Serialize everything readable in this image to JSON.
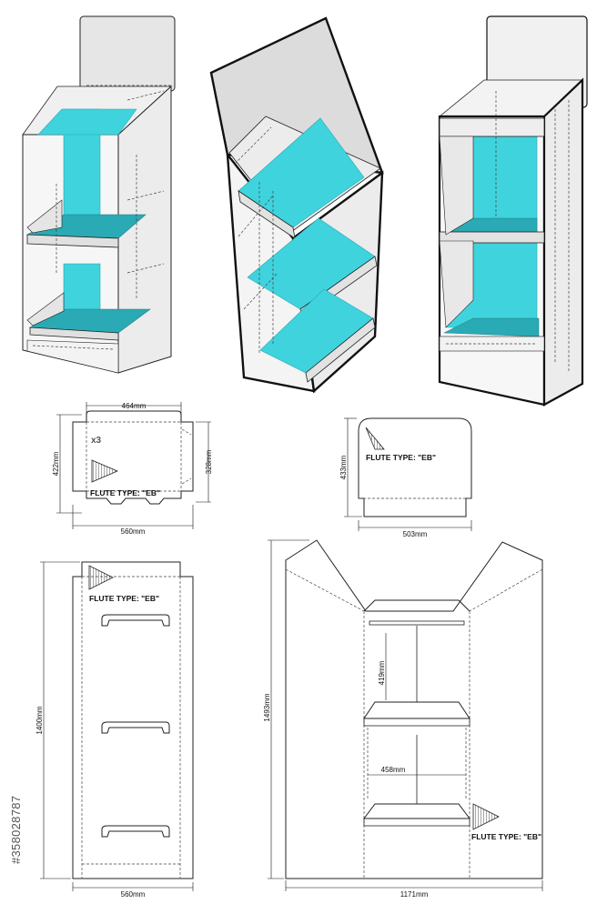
{
  "watermark": "#358028787",
  "multiplier": "x3",
  "flute_label": "FLUTE TYPE: \"EB\"",
  "colors": {
    "shelf": "#3fd3dd",
    "shelf_dark": "#2aaab4",
    "panel": "#e7e7e7",
    "outline": "#222222"
  },
  "shelf_die": {
    "top": "464mm",
    "bottom": "560mm",
    "left": "422mm",
    "right": "328mm"
  },
  "header_die": {
    "height": "433mm",
    "width": "503mm"
  },
  "back_die": {
    "height": "1400mm",
    "width": "560mm"
  },
  "body_die": {
    "height": "1493mm",
    "width": "1171mm",
    "inner_height": "419mm",
    "inner_width": "458mm"
  }
}
